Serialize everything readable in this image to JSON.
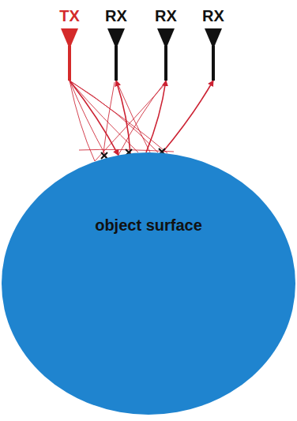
{
  "diagram": {
    "nodes": [
      {
        "text": [
          "TX"
        ]
      },
      {
        "text": [
          "RX"
        ]
      },
      {
        "text": [
          "RX"
        ]
      },
      {
        "text": [
          "RX"
        ]
      },
      {
        "text": [
          "object surface"
        ]
      }
    ],
    "edges": [
      {
        "from": 0,
        "to": 4,
        "arrow": "to"
      },
      {
        "from": 4,
        "to": 1,
        "arrow": "to"
      },
      {
        "from": 4,
        "to": 2,
        "arrow": "to"
      },
      {
        "from": 4,
        "to": 3,
        "arrow": "to"
      }
    ]
  }
}
